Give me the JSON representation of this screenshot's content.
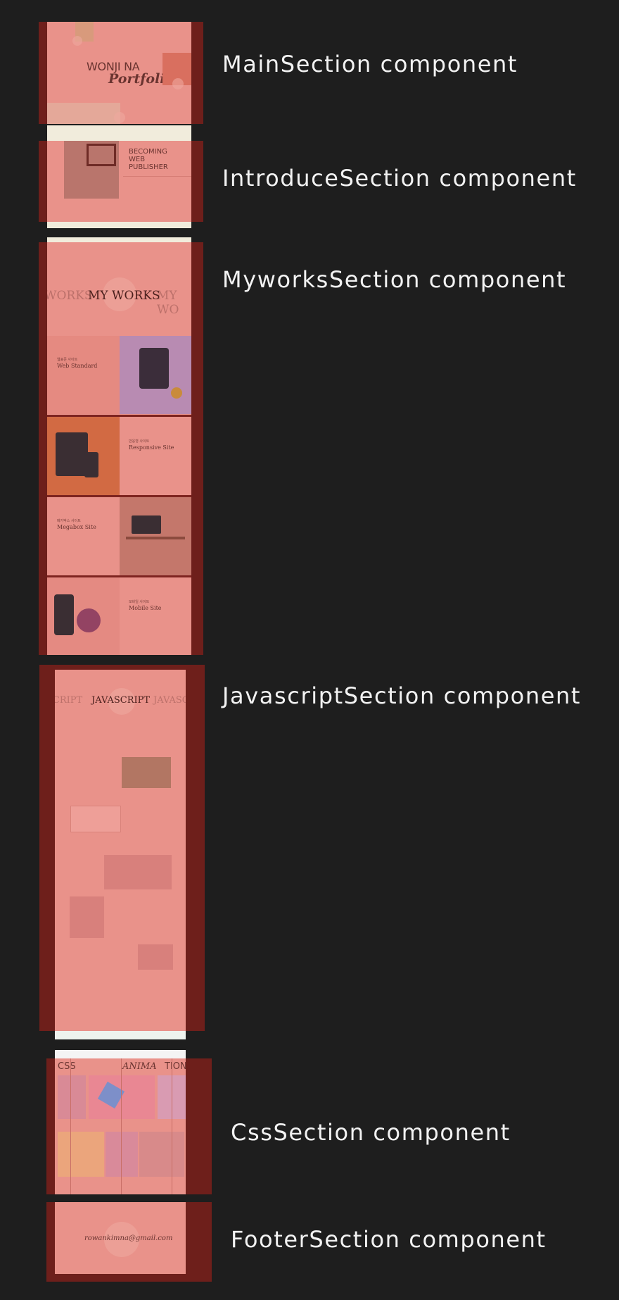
{
  "labels": {
    "main": "MainSection component",
    "introduce": "IntroduceSection component",
    "myworks": "MyworksSection component",
    "javascript": "JavascriptSection component",
    "css": "CssSection component",
    "footer": "FooterSection component"
  },
  "main_preview": {
    "name": "WONJI NA",
    "portfolio": "Portfolio"
  },
  "intro_preview": {
    "title_line1": "BECOMING",
    "title_line2": "WEB",
    "title_line3": "PUBLISHER"
  },
  "myworks_preview": {
    "heading": "MY WORKS",
    "bg_left": "WORKS",
    "bg_right": "MY WO",
    "items": [
      {
        "kicker": "웹표준 사이트",
        "title": "Web Standard"
      },
      {
        "kicker": "반응형 사이트",
        "title": "Responsive Site"
      },
      {
        "kicker": "메가박스 사이트",
        "title": "Megabox Site"
      },
      {
        "kicker": "모바일 사이트",
        "title": "Mobile Site"
      }
    ]
  },
  "js_preview": {
    "heading": "JAVASCRIPT",
    "bg_left": "SCRIPT",
    "bg_right": "JAVASC"
  },
  "css_preview": {
    "left": "CSS",
    "middle": "ANIMA",
    "right": "TION"
  },
  "footer_preview": {
    "email": "rowankimna@gmail.com"
  },
  "colors": {
    "background": "#1e1e1e",
    "frame": "#6e1f1b",
    "overlay": "#e9928a",
    "cream": "#f1ecdc",
    "label": "#f2f2f2"
  }
}
